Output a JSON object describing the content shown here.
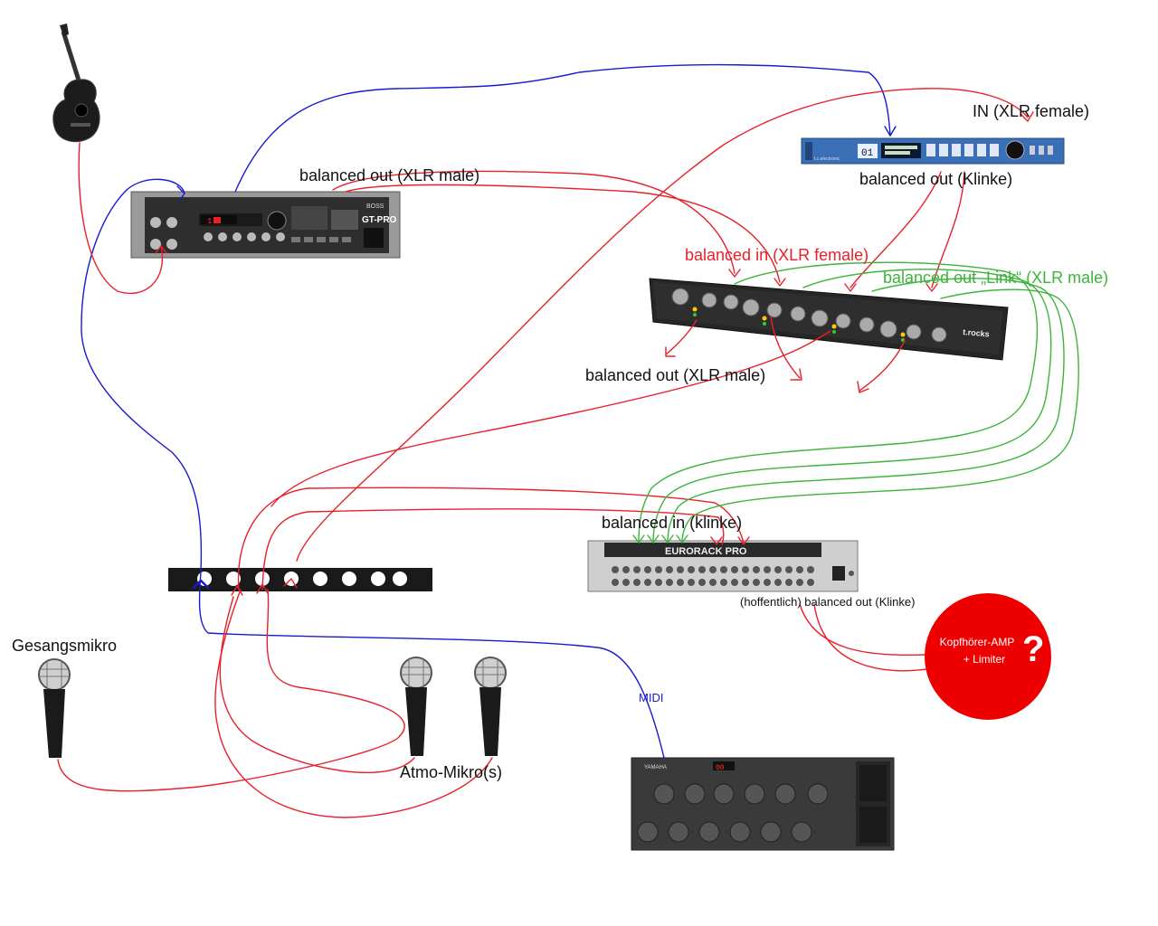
{
  "labels": {
    "gtpro_out": "balanced out (XLR male)",
    "tc_in": "IN (XLR female)",
    "tc_out": "balanced out (Klinke)",
    "trocks_in": "balanced in (XLR female)",
    "trocks_link": "balanced out „Link“ (XLR male)",
    "trocks_out": "balanced out (XLR male)",
    "mixer_in": "balanced in (klinke)",
    "mixer_out": "(hoffentlich) balanced out (Klinke)",
    "vocal_mic": "Gesangsmikro",
    "atmo_mics": "Atmo-Mikro(s)",
    "midi": "MIDI",
    "amp_line1": "Kopfhörer-AMP",
    "amp_line2": "+ Limiter",
    "amp_mark": "?"
  },
  "devices": {
    "gtpro": {
      "brand": "BOSS",
      "model": "GT-PRO",
      "display": "1"
    },
    "tc": {
      "brand": "t.c.electronic",
      "display": "01"
    },
    "trocks": {
      "brand": "t.rocks"
    },
    "mixer": {
      "brand": "EURORACK PRO"
    },
    "footctrl": {
      "brand": "YAMAHA",
      "display": "00"
    }
  },
  "colors": {
    "red_cable": "#e8202a",
    "blue_cable": "#1a1ad0",
    "green_cable": "#3cb43c",
    "amp_circle": "#ee0000"
  }
}
